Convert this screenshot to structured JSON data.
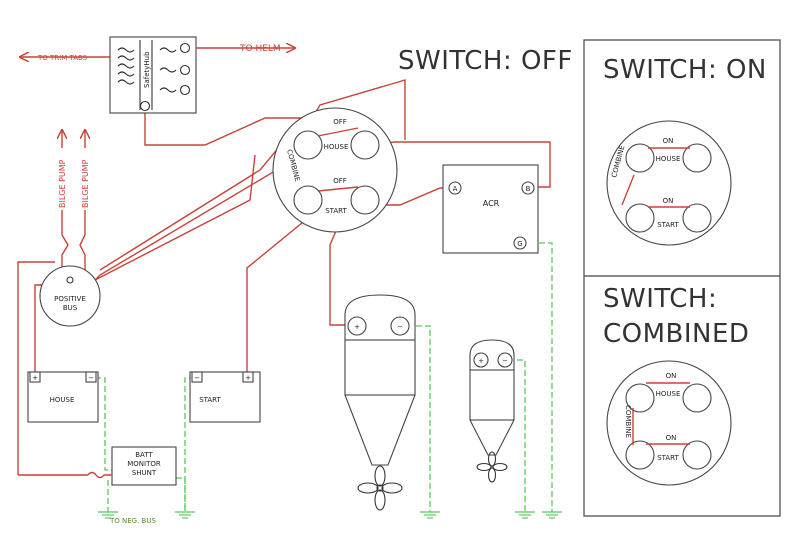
{
  "colors": {
    "positive": "#c8433a",
    "negative": "#5cc85c",
    "outline": "#444444"
  },
  "titles": {
    "off": "SWITCH: OFF",
    "on": "SWITCH: ON",
    "combined_line1": "SWITCH:",
    "combined_line2": "COMBINED"
  },
  "labels": {
    "to_trim_tabs": "TO TRIM TABS",
    "to_helm": "TO HELM",
    "safety_hub": "SafetyHub",
    "bilge_pump": "BILGE PUMP",
    "positive_bus_1": "POSITIVE",
    "positive_bus_2": "BUS",
    "house_battery": "HOUSE",
    "start_battery": "START",
    "batt_monitor_1": "BATT",
    "batt_monitor_2": "MONITOR",
    "batt_monitor_3": "SHUNT",
    "to_neg_bus": "TO NEG. BUS",
    "acr": "ACR",
    "acr_a": "A",
    "acr_b": "B",
    "acr_g": "G",
    "plus": "+",
    "minus": "−"
  },
  "switch": {
    "house": "HOUSE",
    "start": "START",
    "off": "OFF",
    "on": "ON",
    "combine": "COMBINE"
  }
}
